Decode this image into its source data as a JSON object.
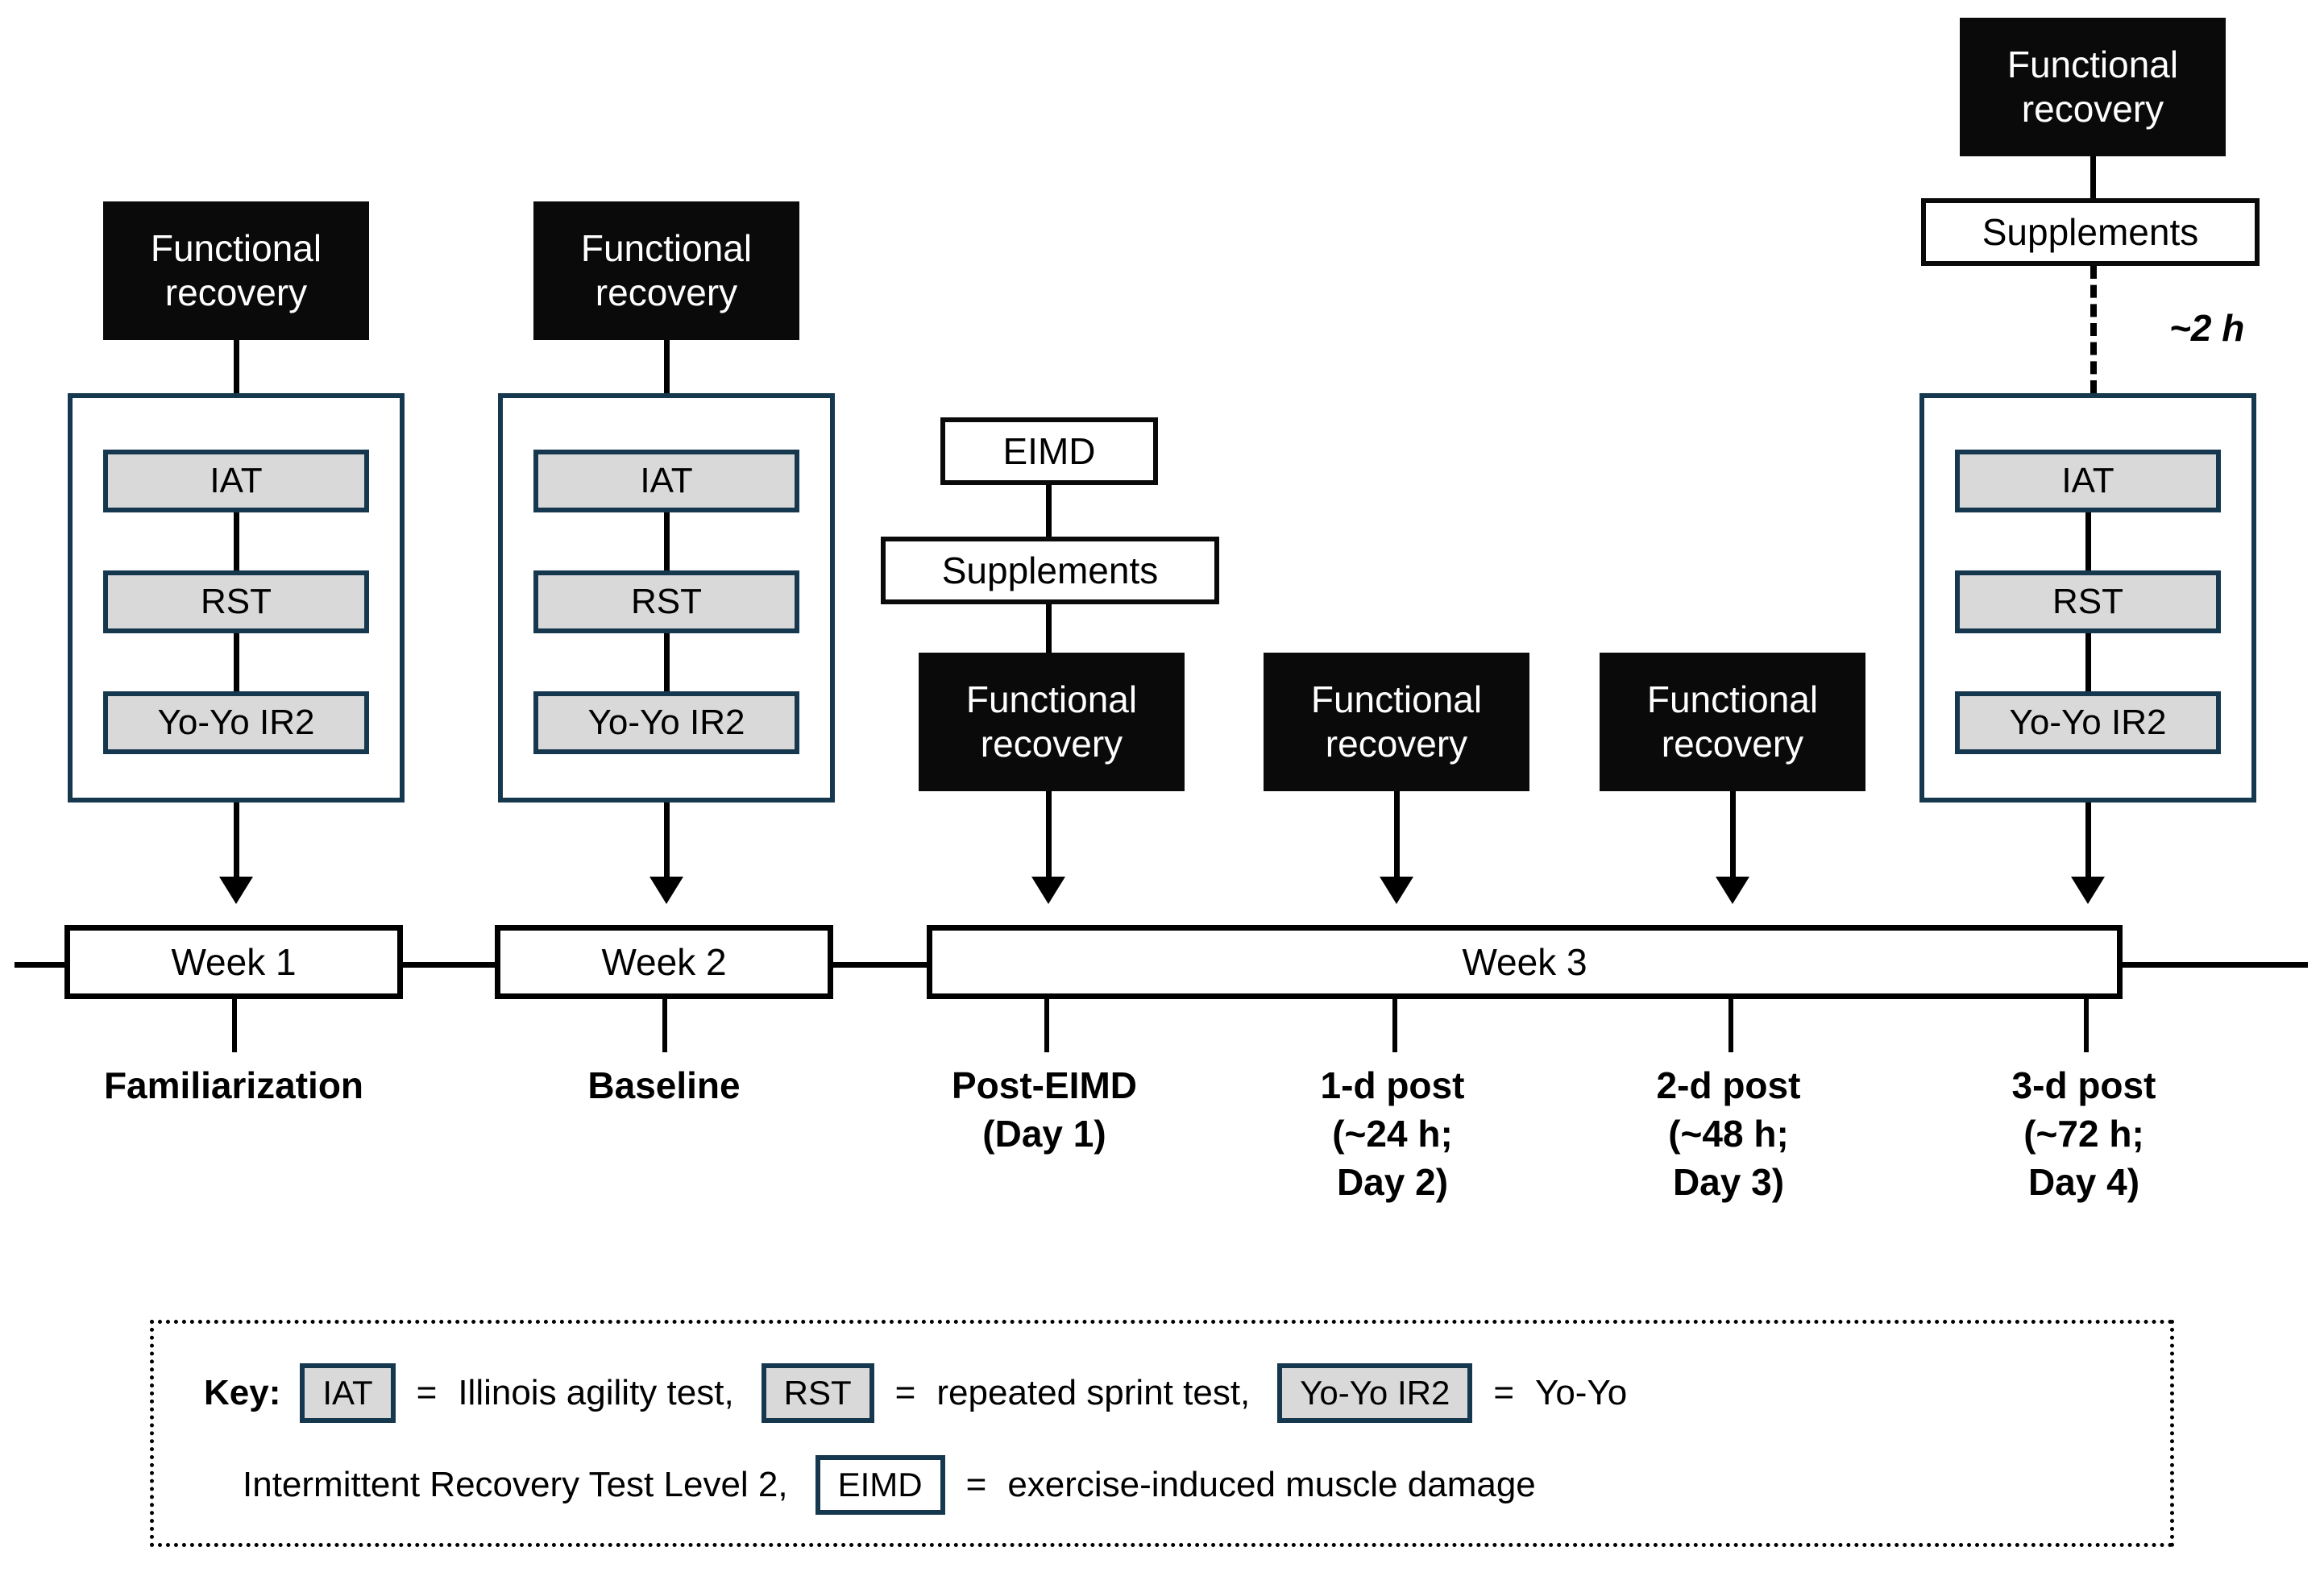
{
  "figure": {
    "type": "study-design-timeline",
    "title": "Experimental study design timeline"
  },
  "labels": {
    "functional_recovery": "Functional\nrecovery",
    "supplements": "Supplements",
    "eimd": "EIMD",
    "iat": "IAT",
    "rst": "RST",
    "yoyo": "Yo-Yo IR2",
    "hours_gap": "~2 h"
  },
  "columns": [
    {
      "id": "familiarization",
      "week": "Week 1",
      "phase": "Familiarization",
      "top_black_box": "Functional\nrecovery",
      "tests": [
        "IAT",
        "RST",
        "Yo-Yo IR2"
      ]
    },
    {
      "id": "baseline",
      "week": "Week 2",
      "phase": "Baseline",
      "top_black_box": "Functional\nrecovery",
      "tests": [
        "IAT",
        "RST",
        "Yo-Yo IR2"
      ]
    },
    {
      "id": "post-eimd",
      "week": "Week 3",
      "phase": "Post-EIMD\n(Day 1)",
      "stack": [
        "EIMD",
        "Supplements",
        "Functional\nrecovery"
      ]
    },
    {
      "id": "1-d-post",
      "phase": "1-d post\n(~24 h;\nDay 2)",
      "stack": [
        "Functional\nrecovery"
      ]
    },
    {
      "id": "2-d-post",
      "phase": "2-d post\n(~48 h;\nDay 3)",
      "stack": [
        "Functional\nrecovery"
      ]
    },
    {
      "id": "3-d-post",
      "phase": "3-d post\n(~72 h;\nDay 4)",
      "top_black_box": "Functional\nrecovery",
      "supplements": "Supplements",
      "gap_label": "~2 h",
      "tests": [
        "IAT",
        "RST",
        "Yo-Yo IR2"
      ]
    }
  ],
  "timeline": {
    "weeks": [
      "Week 1",
      "Week 2",
      "Week 3"
    ],
    "phase_labels": [
      "Familiarization",
      "Baseline",
      "Post-EIMD\n(Day 1)",
      "1-d post\n(~24 h;\nDay 2)",
      "2-d post\n(~48 h;\nDay 3)",
      "3-d post\n(~72 h;\nDay 4)"
    ]
  },
  "key": {
    "title": "Key:",
    "line1": {
      "chip1": "IAT",
      "eq1": "=",
      "def1": "Illinois agility test,",
      "chip2": "RST",
      "eq2": "=",
      "def2": "repeated sprint test,",
      "chip3": "Yo-Yo IR2",
      "eq3": "=",
      "def3": "Yo-Yo"
    },
    "line2": {
      "cont": "Intermittent Recovery Test Level 2,",
      "chip4": "EIMD",
      "eq4": "=",
      "def4": "exercise-induced muscle damage"
    }
  },
  "colors": {
    "black_fill": "#0a0a0a",
    "navy_border": "#16384f",
    "gray_fill": "#d9d9d9",
    "white_fill": "#ffffff",
    "line": "#000000"
  }
}
